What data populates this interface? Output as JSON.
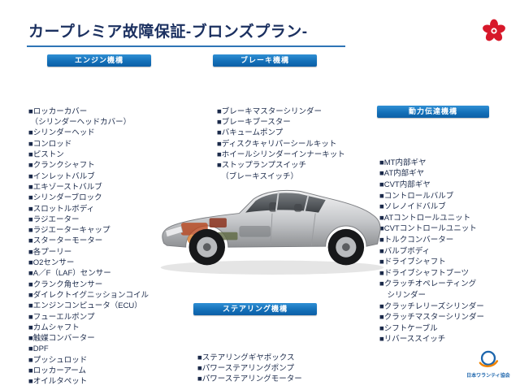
{
  "page": {
    "title": "カープレミア故障保証-ブロンズプラン-"
  },
  "colors": {
    "title-navy": "#1b3060",
    "text-navy": "#1b2a4a",
    "badge-blue": "#1470b8",
    "underline-blue": "#2e75b6",
    "logo-red": "#d7182a",
    "logo-blue": "#1d66ad",
    "logo-orange": "#f08300"
  },
  "icons": {
    "brand": "red-flower-logo",
    "car": "car-xray-illustration",
    "footer": "japan-warranty-association-logo"
  },
  "sections": {
    "engine": {
      "header": "エンジン機構",
      "lines": [
        "■ロッカーカバー",
        " （シリンダーヘッドカバー）",
        "■シリンダーヘッド",
        "■コンロッド",
        "■ピストン",
        "■クランクシャフト",
        "■インレットバルブ",
        "■エキゾーストバルブ",
        "■シリンダーブロック",
        "■スロットルボディ",
        "■ラジエーター",
        "■ラジエーターキャップ",
        "■スターターモーター",
        "■各プーリー",
        "■O2センサー",
        "■A／F（LAF）センサー",
        "■クランク角センサー",
        "■ダイレクトイグニッションコイル",
        "■エンジンコンピュータ（ECU）",
        "■フューエルポンプ",
        "■カムシャフト",
        "■触媒コンバーター",
        "■DPF",
        "■プッシュロッド",
        "■ロッカーアーム",
        "■オイルタペット"
      ]
    },
    "brake": {
      "header": "ブレーキ機構",
      "lines": [
        "■ブレーキマスターシリンダー",
        "■ブレーキブースター",
        "■バキュームポンプ",
        "■ディスクキャリパーシールキット",
        "■ホイールシリンダーインナーキット",
        "■ストップランプスイッチ",
        "  （ブレーキスイッチ）"
      ]
    },
    "power": {
      "header": "動力伝達機構",
      "lines": [
        "■MT内部ギヤ",
        "■AT内部ギヤ",
        "■CVT内部ギヤ",
        "■コントロールバルブ",
        "■ソレノイドバルブ",
        "■ATコントロールユニット",
        "■CVTコントロールユニット",
        "■トルクコンバーター",
        "■バルブボディ",
        "■ドライブシャフト",
        "■ドライブシャフトブーツ",
        "■クラッチオペレーティング",
        "　シリンダー",
        "■クラッチレリーズシリンダー",
        "■クラッチマスターシリンダー",
        "■シフトケーブル",
        "■リバーススイッチ"
      ]
    },
    "steering": {
      "header": "ステアリング機構",
      "lines": [
        "■ステアリングギヤボックス",
        "■パワーステアリングポンプ",
        "■パワーステアリングモーター"
      ]
    }
  },
  "footer": {
    "association": "日本ワランティ協会"
  }
}
